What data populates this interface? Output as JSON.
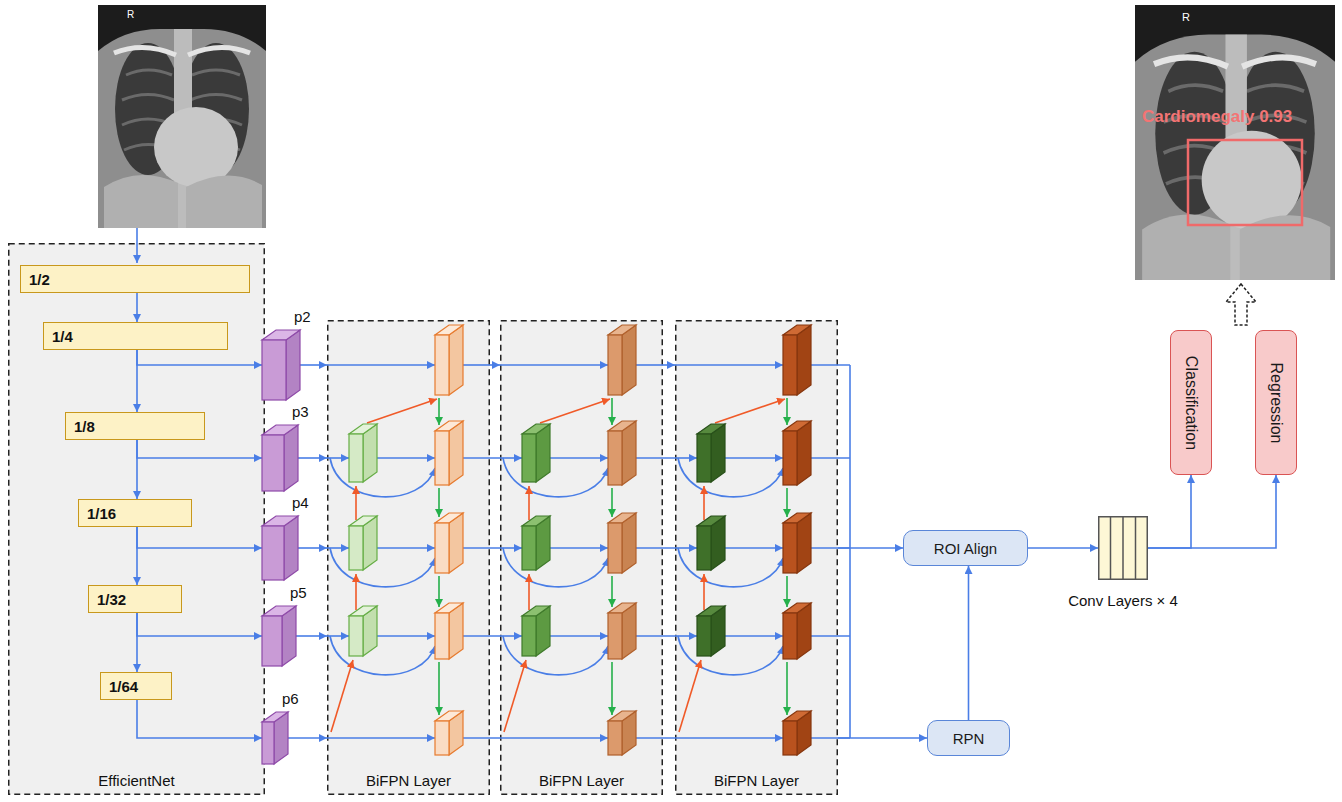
{
  "diagram": {
    "nodes": [
      {
        "text": [
          "EfficientNet"
        ]
      },
      {
        "text": [
          "1/2"
        ],
        "in": 0
      },
      {
        "text": [
          "1/4"
        ],
        "in": 0
      },
      {
        "text": [
          "1/8"
        ],
        "in": 0
      },
      {
        "text": [
          "1/16"
        ],
        "in": 0
      },
      {
        "text": [
          "1/32"
        ],
        "in": 0
      },
      {
        "text": [
          "1/64"
        ],
        "in": 0
      },
      {
        "text": [
          "p2"
        ]
      },
      {
        "text": [
          "p3"
        ]
      },
      {
        "text": [
          "p4"
        ]
      },
      {
        "text": [
          "p5"
        ]
      },
      {
        "text": [
          "p6"
        ]
      },
      {
        "text": [
          "BiFPN Layer"
        ]
      },
      {
        "text": [
          "BiFPN Layer"
        ]
      },
      {
        "text": [
          "BiFPN Layer"
        ]
      },
      {
        "text": [
          "ROI Align"
        ]
      },
      {
        "text": [
          "RPN"
        ]
      },
      {
        "text": [
          "Conv Layers × 4"
        ]
      },
      {
        "text": [
          "Classification"
        ]
      },
      {
        "text": [
          "Regression"
        ]
      }
    ],
    "edges": [
      {
        "from": 1,
        "to": 2,
        "arrow": "to"
      },
      {
        "from": 2,
        "to": 3,
        "arrow": "to"
      },
      {
        "from": 3,
        "to": 4,
        "arrow": "to"
      },
      {
        "from": 4,
        "to": 5,
        "arrow": "to"
      },
      {
        "from": 5,
        "to": 6,
        "arrow": "to"
      },
      {
        "from": 2,
        "to": 7,
        "arrow": "to"
      },
      {
        "from": 3,
        "to": 8,
        "arrow": "to"
      },
      {
        "from": 4,
        "to": 9,
        "arrow": "to"
      },
      {
        "from": 5,
        "to": 10,
        "arrow": "to"
      },
      {
        "from": 6,
        "to": 11,
        "arrow": "to"
      },
      {
        "from": 7,
        "to": 12,
        "arrow": "to"
      },
      {
        "from": 8,
        "to": 12,
        "arrow": "to"
      },
      {
        "from": 9,
        "to": 12,
        "arrow": "to"
      },
      {
        "from": 10,
        "to": 12,
        "arrow": "to"
      },
      {
        "from": 11,
        "to": 12,
        "arrow": "to"
      },
      {
        "from": 12,
        "to": 13,
        "arrow": "to"
      },
      {
        "from": 13,
        "to": 14,
        "arrow": "to"
      },
      {
        "from": 14,
        "to": 15,
        "arrow": "to"
      },
      {
        "from": 14,
        "to": 16,
        "arrow": "to"
      },
      {
        "from": 16,
        "to": 15,
        "arrow": "to"
      },
      {
        "from": 15,
        "to": 17,
        "arrow": "to"
      },
      {
        "from": 17,
        "to": 18,
        "arrow": "to"
      },
      {
        "from": 17,
        "to": 19,
        "arrow": "to"
      }
    ],
    "labels": [
      "R",
      "R",
      "Cardiomegaly 0.93"
    ]
  }
}
